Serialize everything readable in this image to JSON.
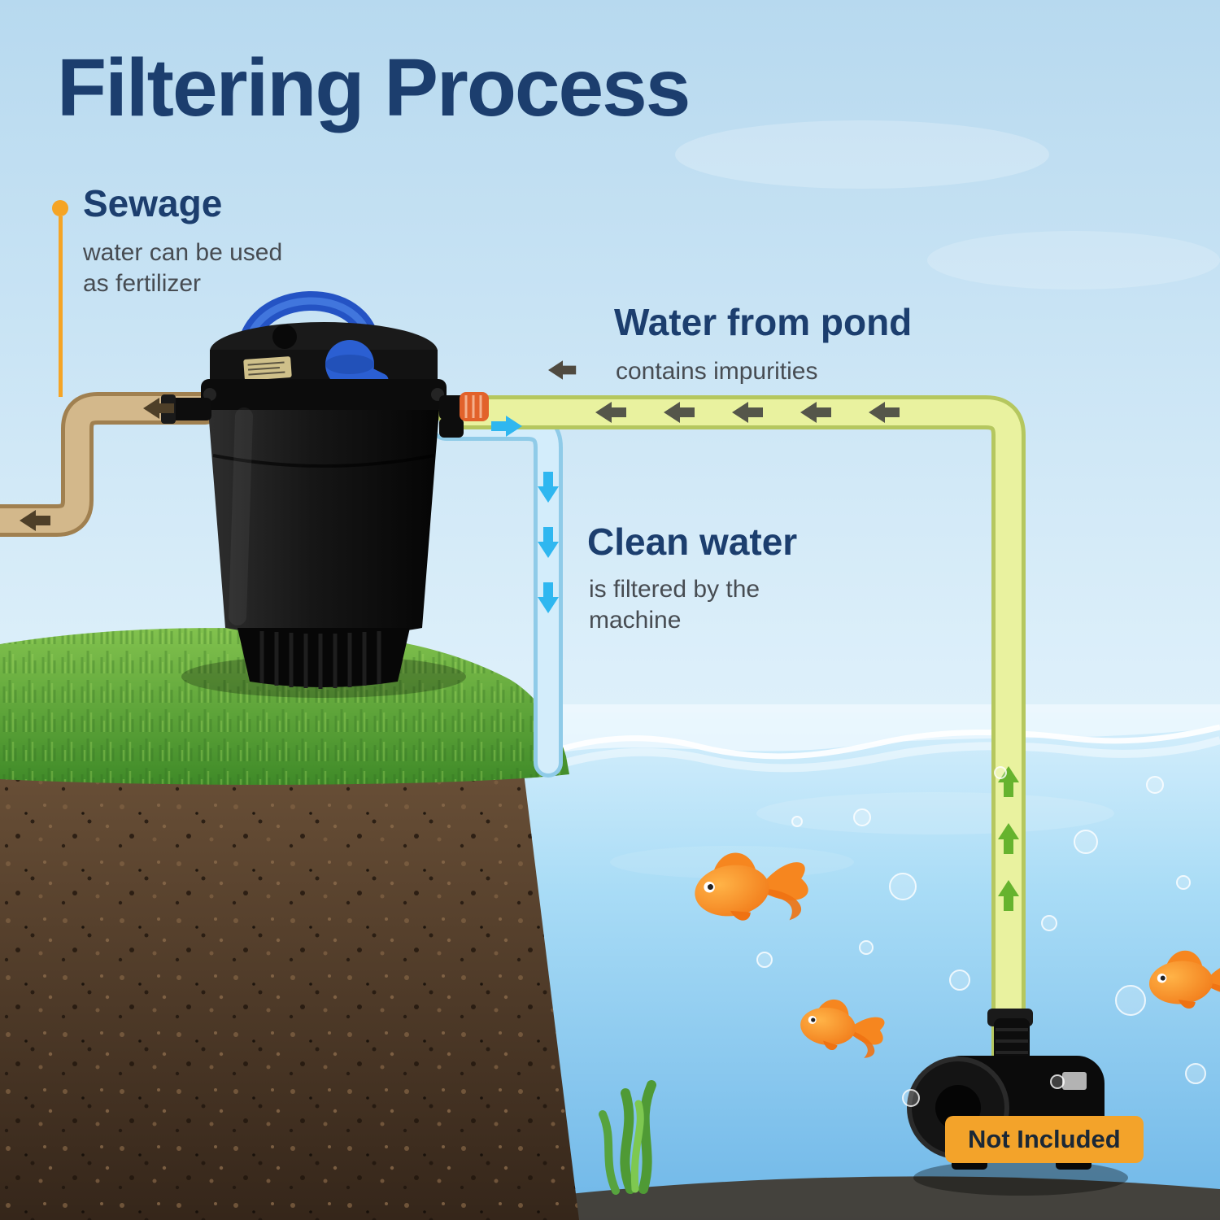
{
  "title": "Filtering Process",
  "sewage": {
    "heading": "Sewage",
    "line1": "water can be used",
    "line2": "as fertilizer"
  },
  "pond": {
    "heading": "Water from pond",
    "subtitle": "contains impurities"
  },
  "clean": {
    "heading": "Clean water",
    "line1": "is filtered by the",
    "line2": "machine"
  },
  "badge": {
    "label": "Not Included"
  },
  "colors": {
    "heading_navy": "#1c3e6e",
    "subtext_gray": "#474c52",
    "accent_orange": "#f5a425",
    "pipe_sewage_tan": "#d3b88b",
    "pipe_pond_yellow": "#e9f29f",
    "pipe_clean_blue": "#d3edfb",
    "arrow_dark": "#55564a",
    "arrow_green": "#66b32e",
    "arrow_cyan": "#2fb7f0",
    "sky_blue": "#bcdcf0",
    "water_blue": "#8fcdf0",
    "grass_green": "#5ca033",
    "soil_brown": "#5a4632",
    "device_black": "#161616",
    "handle_blue": "#2b5fd2",
    "fish_orange": "#f6861f"
  }
}
